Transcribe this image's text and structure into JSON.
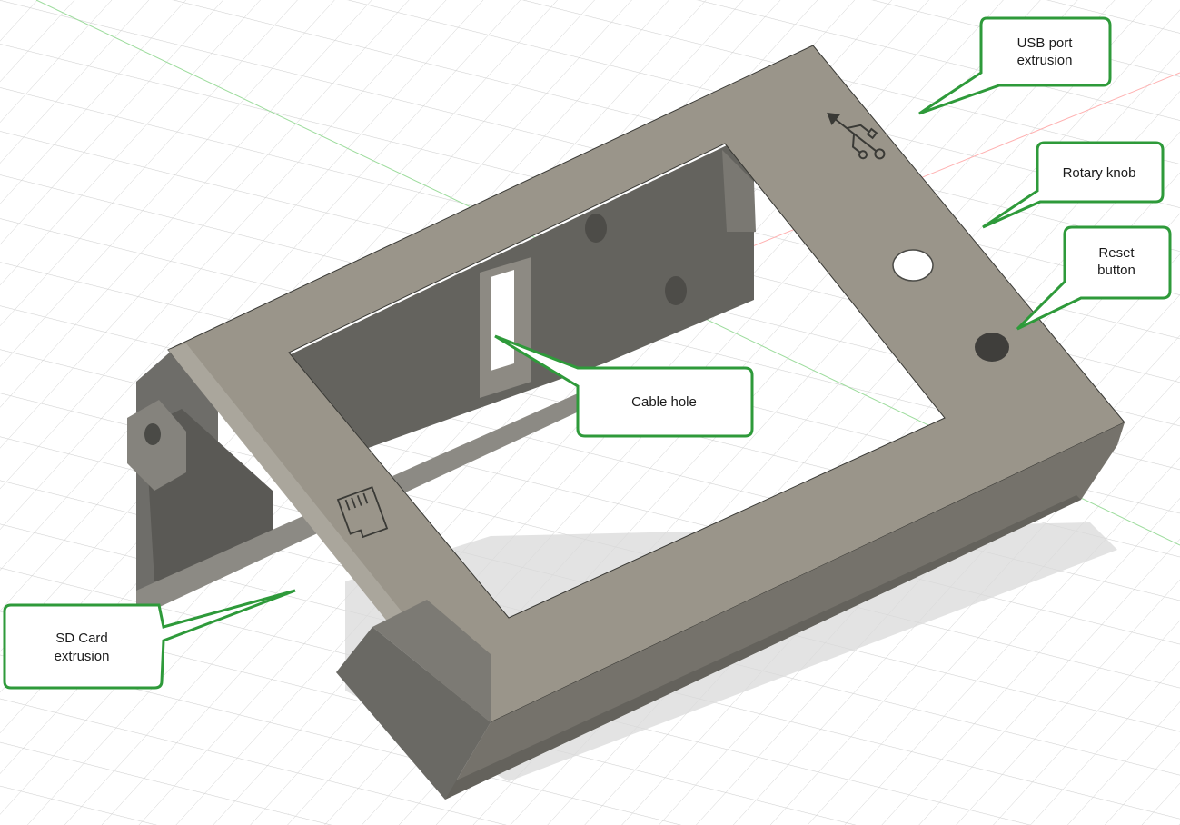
{
  "colors": {
    "background": "#ffffff",
    "grid": "#c8c8c8",
    "axis_x": "#ff9a9a",
    "axis_y": "#8fd68f",
    "body_light": "#9a958a",
    "body_mid": "#7d7a74",
    "body_dark": "#55554f",
    "callout_border": "#2e9a3a",
    "callout_fill": "#ffffff"
  },
  "callouts": {
    "usb": {
      "line1": "USB port",
      "line2": "extrusion"
    },
    "rotary": {
      "line1": "Rotary knob"
    },
    "reset": {
      "line1": "Reset",
      "line2": "button"
    },
    "cable": {
      "line1": "Cable hole"
    },
    "sdcard": {
      "line1": "SD Card",
      "line2": "extrusion"
    }
  },
  "icons": {
    "usb": "usb-icon",
    "sd": "sd-card-icon"
  }
}
